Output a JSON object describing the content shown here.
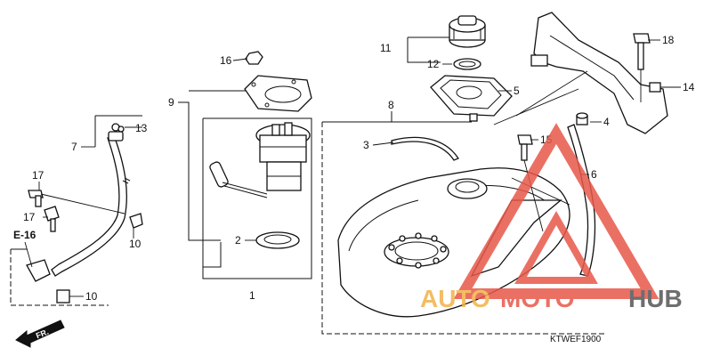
{
  "diagram": {
    "callouts": [
      {
        "id": "c1",
        "label": "1"
      },
      {
        "id": "c2",
        "label": "2"
      },
      {
        "id": "c3",
        "label": "3"
      },
      {
        "id": "c4",
        "label": "4"
      },
      {
        "id": "c5",
        "label": "5"
      },
      {
        "id": "c6",
        "label": "6"
      },
      {
        "id": "c7",
        "label": "7"
      },
      {
        "id": "c8",
        "label": "8"
      },
      {
        "id": "c9",
        "label": "9"
      },
      {
        "id": "c10a",
        "label": "10"
      },
      {
        "id": "c10b",
        "label": "10"
      },
      {
        "id": "c11",
        "label": "11"
      },
      {
        "id": "c12",
        "label": "12"
      },
      {
        "id": "c13",
        "label": "13"
      },
      {
        "id": "c14",
        "label": "14"
      },
      {
        "id": "c15",
        "label": "15"
      },
      {
        "id": "c16",
        "label": "16"
      },
      {
        "id": "c17a",
        "label": "17"
      },
      {
        "id": "c17b",
        "label": "17"
      },
      {
        "id": "c18",
        "label": "18"
      }
    ],
    "section_ref": "E-16",
    "direction_label": "FR.",
    "diagram_code": "KTWEF1900"
  },
  "watermark": {
    "text_a": "AUTO",
    "text_b": "MOTO",
    "text_c": "HUB",
    "color_primary": "#e8584a",
    "color_secondary": "#f2b24a",
    "color_dark": "#555555"
  }
}
